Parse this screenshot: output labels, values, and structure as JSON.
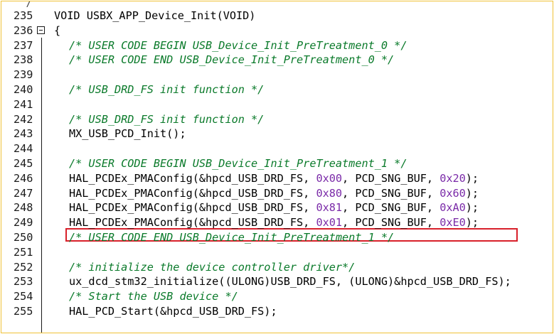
{
  "colors": {
    "frame_border": "#f0c23a",
    "comment": "#0a7a2a",
    "hex_literal": "#7a2aa8",
    "highlight_box": "#d8202a"
  },
  "icons": {
    "fold_toggle": "fold-minus-icon"
  },
  "top_fragment": "/",
  "lines": [
    {
      "num": "235",
      "segments": [
        {
          "t": "VOID USBX_APP_Device_Init(VOID)",
          "k": "code"
        }
      ]
    },
    {
      "num": "236",
      "segments": [
        {
          "t": "{",
          "k": "code"
        }
      ]
    },
    {
      "num": "237",
      "segments": [
        {
          "t": "/* USER CODE BEGIN USB_Device_Init_PreTreatment_0 */",
          "k": "comment"
        }
      ]
    },
    {
      "num": "238",
      "segments": [
        {
          "t": "/* USER CODE END USB_Device_Init_PreTreatment_0 */",
          "k": "comment"
        }
      ]
    },
    {
      "num": "239",
      "segments": []
    },
    {
      "num": "240",
      "segments": [
        {
          "t": "/* USB_DRD_FS init function */",
          "k": "comment"
        }
      ]
    },
    {
      "num": "241",
      "segments": []
    },
    {
      "num": "242",
      "segments": [
        {
          "t": "/* USB_DRD_FS init function */",
          "k": "comment"
        }
      ]
    },
    {
      "num": "243",
      "segments": [
        {
          "t": "MX_USB_PCD_Init();",
          "k": "code"
        }
      ]
    },
    {
      "num": "244",
      "segments": []
    },
    {
      "num": "245",
      "segments": [
        {
          "t": "/* USER CODE BEGIN USB_Device_Init_PreTreatment_1 */",
          "k": "comment"
        }
      ]
    },
    {
      "num": "246",
      "segments": [
        {
          "t": "HAL_PCDEx_PMAConfig(&hpcd_USB_DRD_FS, ",
          "k": "code"
        },
        {
          "t": "0x00",
          "k": "hex"
        },
        {
          "t": ", PCD_SNG_BUF, ",
          "k": "code"
        },
        {
          "t": "0x20",
          "k": "hex"
        },
        {
          "t": ");",
          "k": "code"
        }
      ]
    },
    {
      "num": "247",
      "segments": [
        {
          "t": "HAL_PCDEx_PMAConfig(&hpcd_USB_DRD_FS, ",
          "k": "code"
        },
        {
          "t": "0x80",
          "k": "hex"
        },
        {
          "t": ", PCD_SNG_BUF, ",
          "k": "code"
        },
        {
          "t": "0x60",
          "k": "hex"
        },
        {
          "t": ");",
          "k": "code"
        }
      ]
    },
    {
      "num": "248",
      "segments": [
        {
          "t": "HAL_PCDEx_PMAConfig(&hpcd_USB_DRD_FS, ",
          "k": "code"
        },
        {
          "t": "0x81",
          "k": "hex"
        },
        {
          "t": ", PCD_SNG_BUF, ",
          "k": "code"
        },
        {
          "t": "0xA0",
          "k": "hex"
        },
        {
          "t": ");",
          "k": "code"
        }
      ]
    },
    {
      "num": "249",
      "segments": [
        {
          "t": "HAL_PCDEx_PMAConfig(&hpcd_USB_DRD_FS, ",
          "k": "code"
        },
        {
          "t": "0x01",
          "k": "hex"
        },
        {
          "t": ", PCD_SNG_BUF, ",
          "k": "code"
        },
        {
          "t": "0xE0",
          "k": "hex"
        },
        {
          "t": ");",
          "k": "code"
        }
      ]
    },
    {
      "num": "250",
      "segments": [
        {
          "t": "/* USER CODE END USB_Device_Init_PreTreatment_1 */",
          "k": "comment"
        }
      ]
    },
    {
      "num": "251",
      "segments": []
    },
    {
      "num": "252",
      "segments": [
        {
          "t": "/* initialize the device controller driver*/",
          "k": "comment"
        }
      ]
    },
    {
      "num": "253",
      "segments": [
        {
          "t": "ux_dcd_stm32_initialize((ULONG)USB_DRD_FS, (ULONG)&hpcd_USB_DRD_FS);",
          "k": "code"
        }
      ]
    },
    {
      "num": "254",
      "segments": [
        {
          "t": "/* Start the USB device */",
          "k": "comment"
        }
      ]
    },
    {
      "num": "255",
      "segments": [
        {
          "t": "HAL_PCD_Start(&hpcd_USB_DRD_FS);",
          "k": "code"
        }
      ]
    }
  ]
}
